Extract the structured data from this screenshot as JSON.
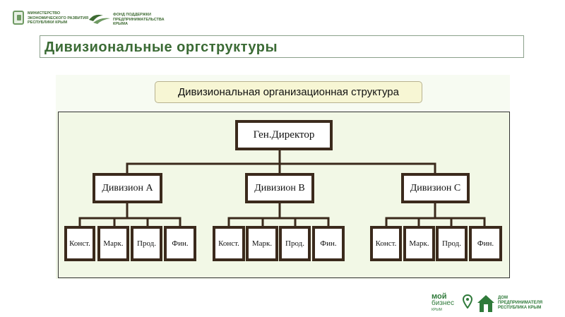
{
  "logos": {
    "ministry_text": "МИНИСТЕРСТВО\nЭКОНОМИЧЕСКОГО РАЗВИТИЯ\nРЕСПУБЛИКИ КРЫМ",
    "fund_text": "ФОНД ПОДДЕРЖКИ\nПРЕДПРИНИМАТЕЛЬСТВА\nКРЫМА",
    "brand_line1": "мой",
    "brand_line2": "бизнес",
    "brand_line3": "КРЫМ",
    "dom_text": "ДОМ\nПРЕДПРИНИМАТЕЛЯ\nРЕСПУБЛИКА КРЫМ"
  },
  "slide": {
    "title": "Дивизиональные оргструктуры"
  },
  "diagram": {
    "heading": "Дивизиональная организационная структура",
    "root": "Ген.Директор",
    "divisions": [
      {
        "label": "Дивизион А",
        "units": [
          "Конст.",
          "Марк.",
          "Прод.",
          "Фин."
        ]
      },
      {
        "label": "Дивизион B",
        "units": [
          "Конст.",
          "Марк.",
          "Прод.",
          "Фин."
        ]
      },
      {
        "label": "Дивизион С",
        "units": [
          "Конст.",
          "Марк.",
          "Прод.",
          "Фин."
        ]
      }
    ]
  },
  "colors": {
    "title_green": "#3b6b35",
    "diagram_bg": "#f2f8e6",
    "node_border": "#3b2a1c",
    "brand_green": "#2f7a3a"
  }
}
